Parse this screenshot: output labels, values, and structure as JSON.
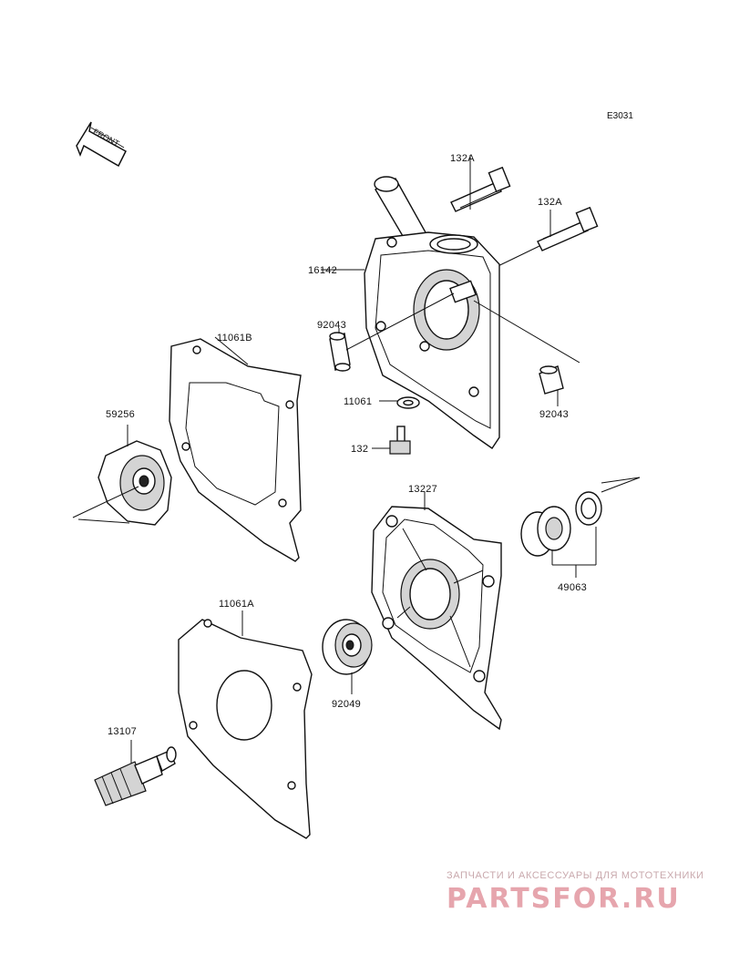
{
  "diagram": {
    "code": "E3031",
    "front_label": "FRONT",
    "parts": {
      "bolt_132a_upper": "132A",
      "bolt_132a_lower": "132A",
      "cover_16142": "16142",
      "dowel_92043_left": "92043",
      "dowel_92043_right": "92043",
      "gasket_11061b": "11061B",
      "washer_11061": "11061",
      "bolt_132": "132",
      "impeller_59256": "59256",
      "housing_13227": "13227",
      "seal_49063": "49063",
      "gasket_11061a": "11061A",
      "bearing_92049": "92049",
      "shaft_13107": "13107"
    }
  },
  "watermark": {
    "line1": "ЗАПЧАСТИ И АКСЕССУАРЫ ДЛЯ МОТОТЕХНИКИ",
    "logo_text": "PARTSFOR.RU"
  }
}
